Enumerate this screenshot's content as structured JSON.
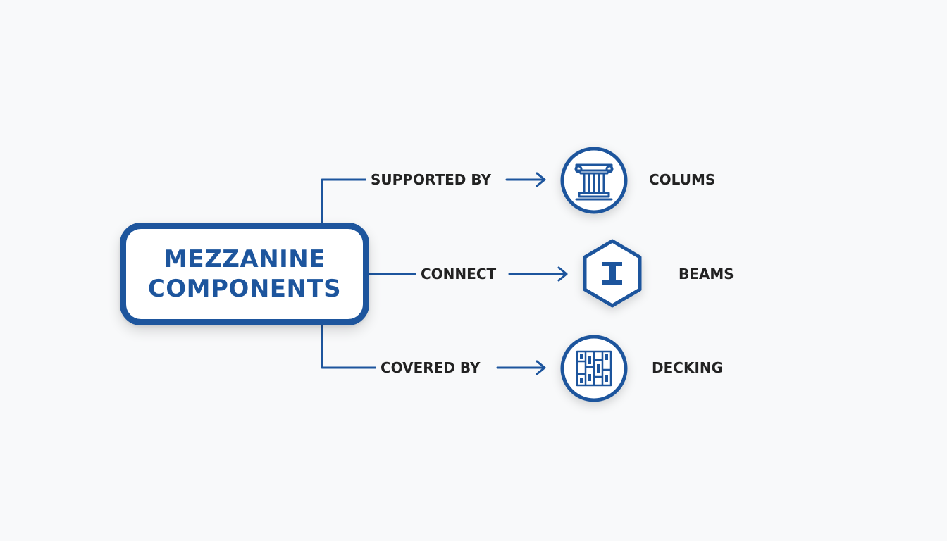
{
  "title": [
    "MEZZANINE",
    "COMPONENTS"
  ],
  "relations": [
    {
      "label": "SUPPORTED BY",
      "target": "COLUMS",
      "icon": "column-icon"
    },
    {
      "label": "CONNECT",
      "target": "BEAMS",
      "icon": "i-beam-icon"
    },
    {
      "label": "COVERED BY",
      "target": "DECKING",
      "icon": "decking-icon"
    }
  ],
  "colors": {
    "primary": "#1d559d",
    "text": "#222222",
    "background": "#f8f9fa"
  }
}
